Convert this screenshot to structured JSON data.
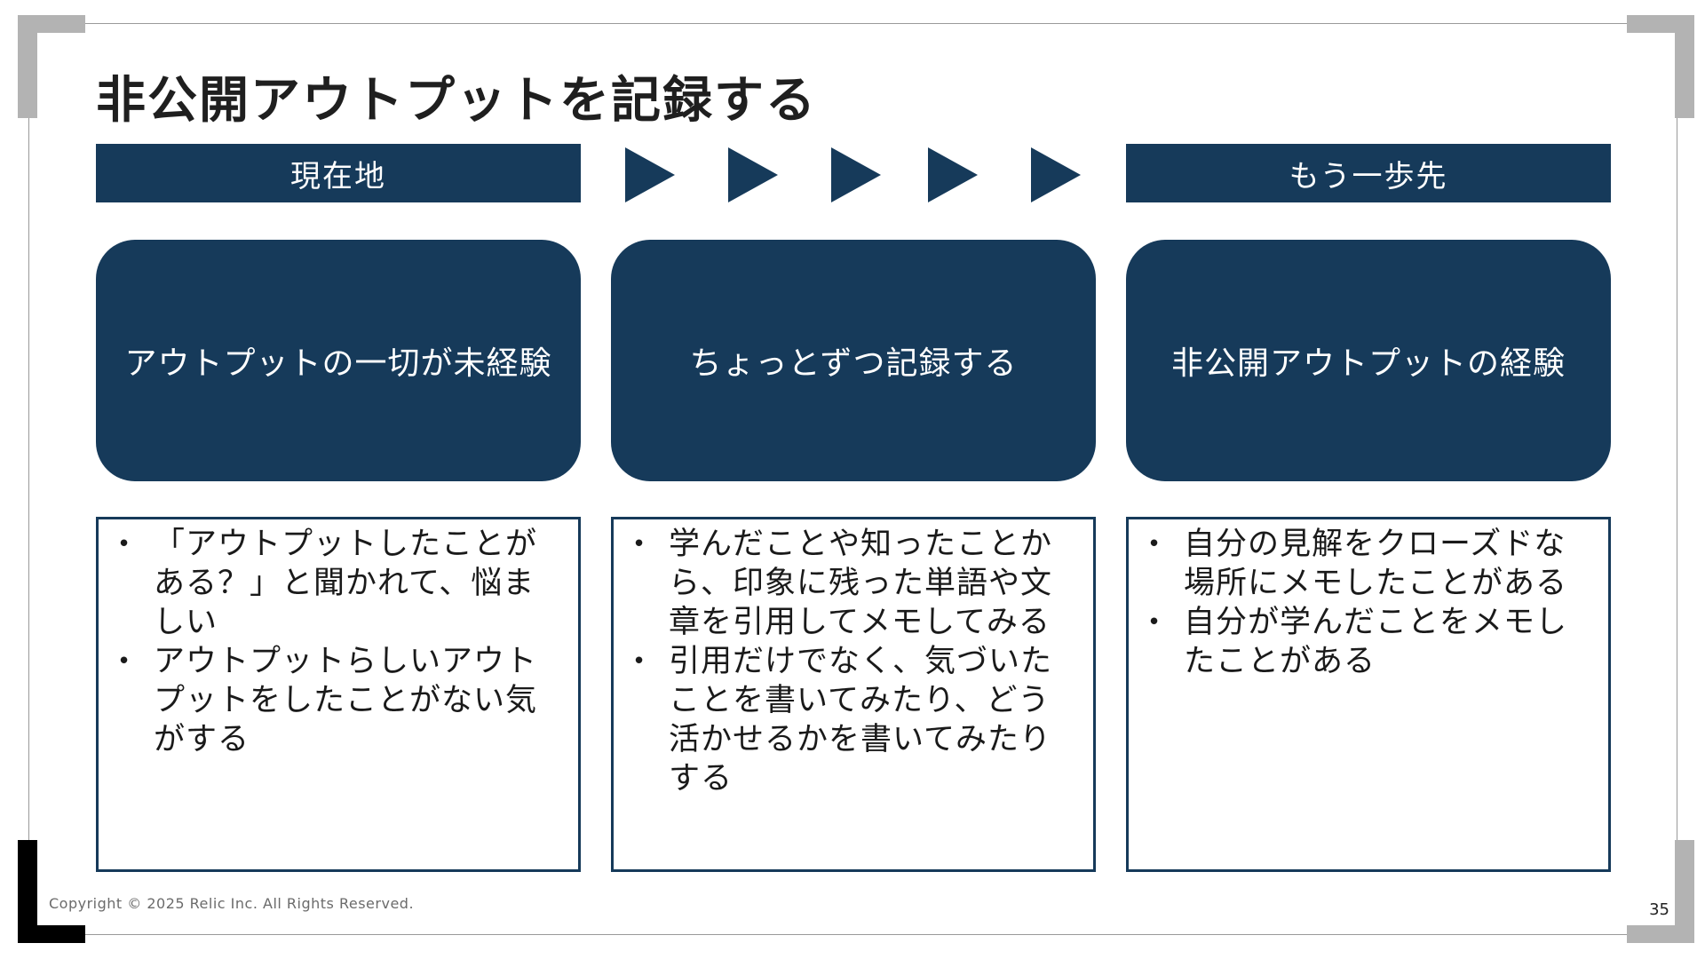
{
  "slide": {
    "title": "非公開アウトプットを記録する",
    "header_left": "現在地",
    "header_right": "もう一歩先",
    "arrow_count": 5,
    "accent_color": "#163a5a",
    "stages": [
      {
        "label": "アウトプットの一切が未経験",
        "bullets": [
          "「アウトプットしたことがある？」と聞かれて、悩ましい",
          "アウトプットらしいアウトプットをしたことがない気がする"
        ]
      },
      {
        "label": "ちょっとずつ記録する",
        "bullets": [
          "学んだことや知ったことから、印象に残った単語や文章を引用してメモしてみる",
          "引用だけでなく、気づいたことを書いてみたり、どう活かせるかを書いてみたりする"
        ]
      },
      {
        "label": "非公開アウトプットの経験",
        "bullets": [
          "自分の見解をクローズドな場所にメモしたことがある",
          "自分が学んだことをメモしたことがある"
        ]
      }
    ]
  },
  "footer": {
    "copyright": "Copyright © 2025 Relic Inc. All Rights Reserved.",
    "page_number": "35"
  }
}
